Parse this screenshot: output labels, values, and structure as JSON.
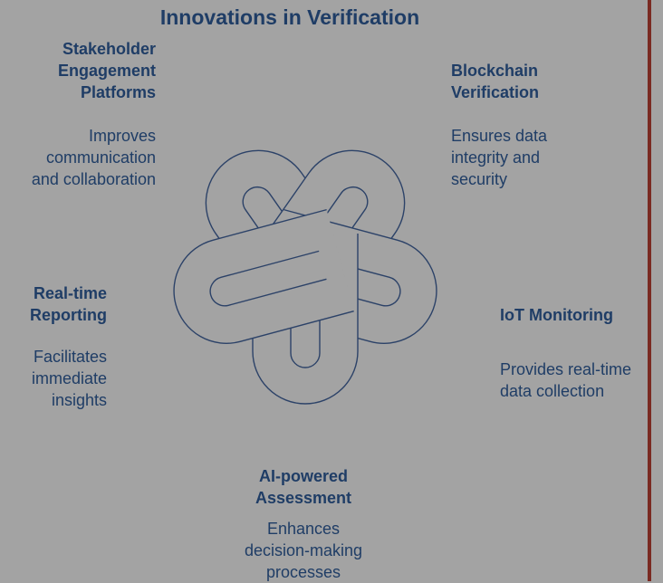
{
  "title": "Innovations in Verification",
  "colors": {
    "background": "#a3a3a3",
    "text": "#1f3d66",
    "knot_stroke": "#2c4268",
    "side_bar": "#7a2a22"
  },
  "items": [
    {
      "heading_lines": [
        "Stakeholder",
        "Engagement",
        "Platforms"
      ],
      "desc_lines": [
        "Improves",
        "communication",
        "and collaboration"
      ]
    },
    {
      "heading_lines": [
        "Blockchain",
        "Verification"
      ],
      "desc_lines": [
        "Ensures data",
        "integrity and",
        "security"
      ]
    },
    {
      "heading_lines": [
        "Real-time",
        "Reporting"
      ],
      "desc_lines": [
        "Facilitates",
        "immediate",
        "insights"
      ]
    },
    {
      "heading_lines": [
        "IoT Monitoring"
      ],
      "desc_lines": [
        "Provides real-time",
        "data collection"
      ]
    },
    {
      "heading_lines": [
        "AI-powered",
        "Assessment"
      ],
      "desc_lines": [
        "Enhances",
        "decision-making",
        "processes"
      ]
    }
  ]
}
